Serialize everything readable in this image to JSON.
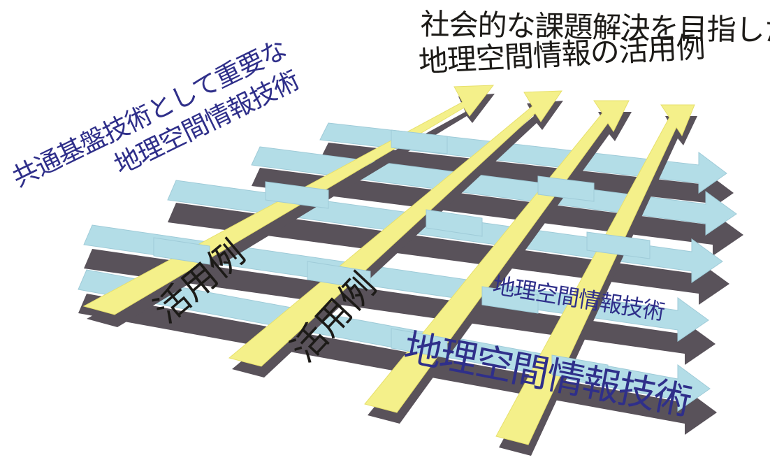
{
  "captions": {
    "top_right_line1": "社会的な課題解決を目指した",
    "top_right_line2": "地理空間情報の活用例",
    "top_left_line1": "共通基盤技術として重要な",
    "top_left_line2": "地理空間情報技術"
  },
  "labels": {
    "usage_1": "活用例",
    "usage_2": "活用例",
    "tech_small": "地理空間情報技術",
    "tech_large": "地理空間情報技術"
  },
  "colors": {
    "blue_arrow": "#b3dde7",
    "blue_arrow_edge": "#9fcbd8",
    "arrow_shadow": "#59525a",
    "yellow_arrow": "#f4f08a",
    "yellow_arrow_edge": "#e7e06c",
    "dark_text": "#1c1a17",
    "blue_text": "#2f2f8a"
  }
}
